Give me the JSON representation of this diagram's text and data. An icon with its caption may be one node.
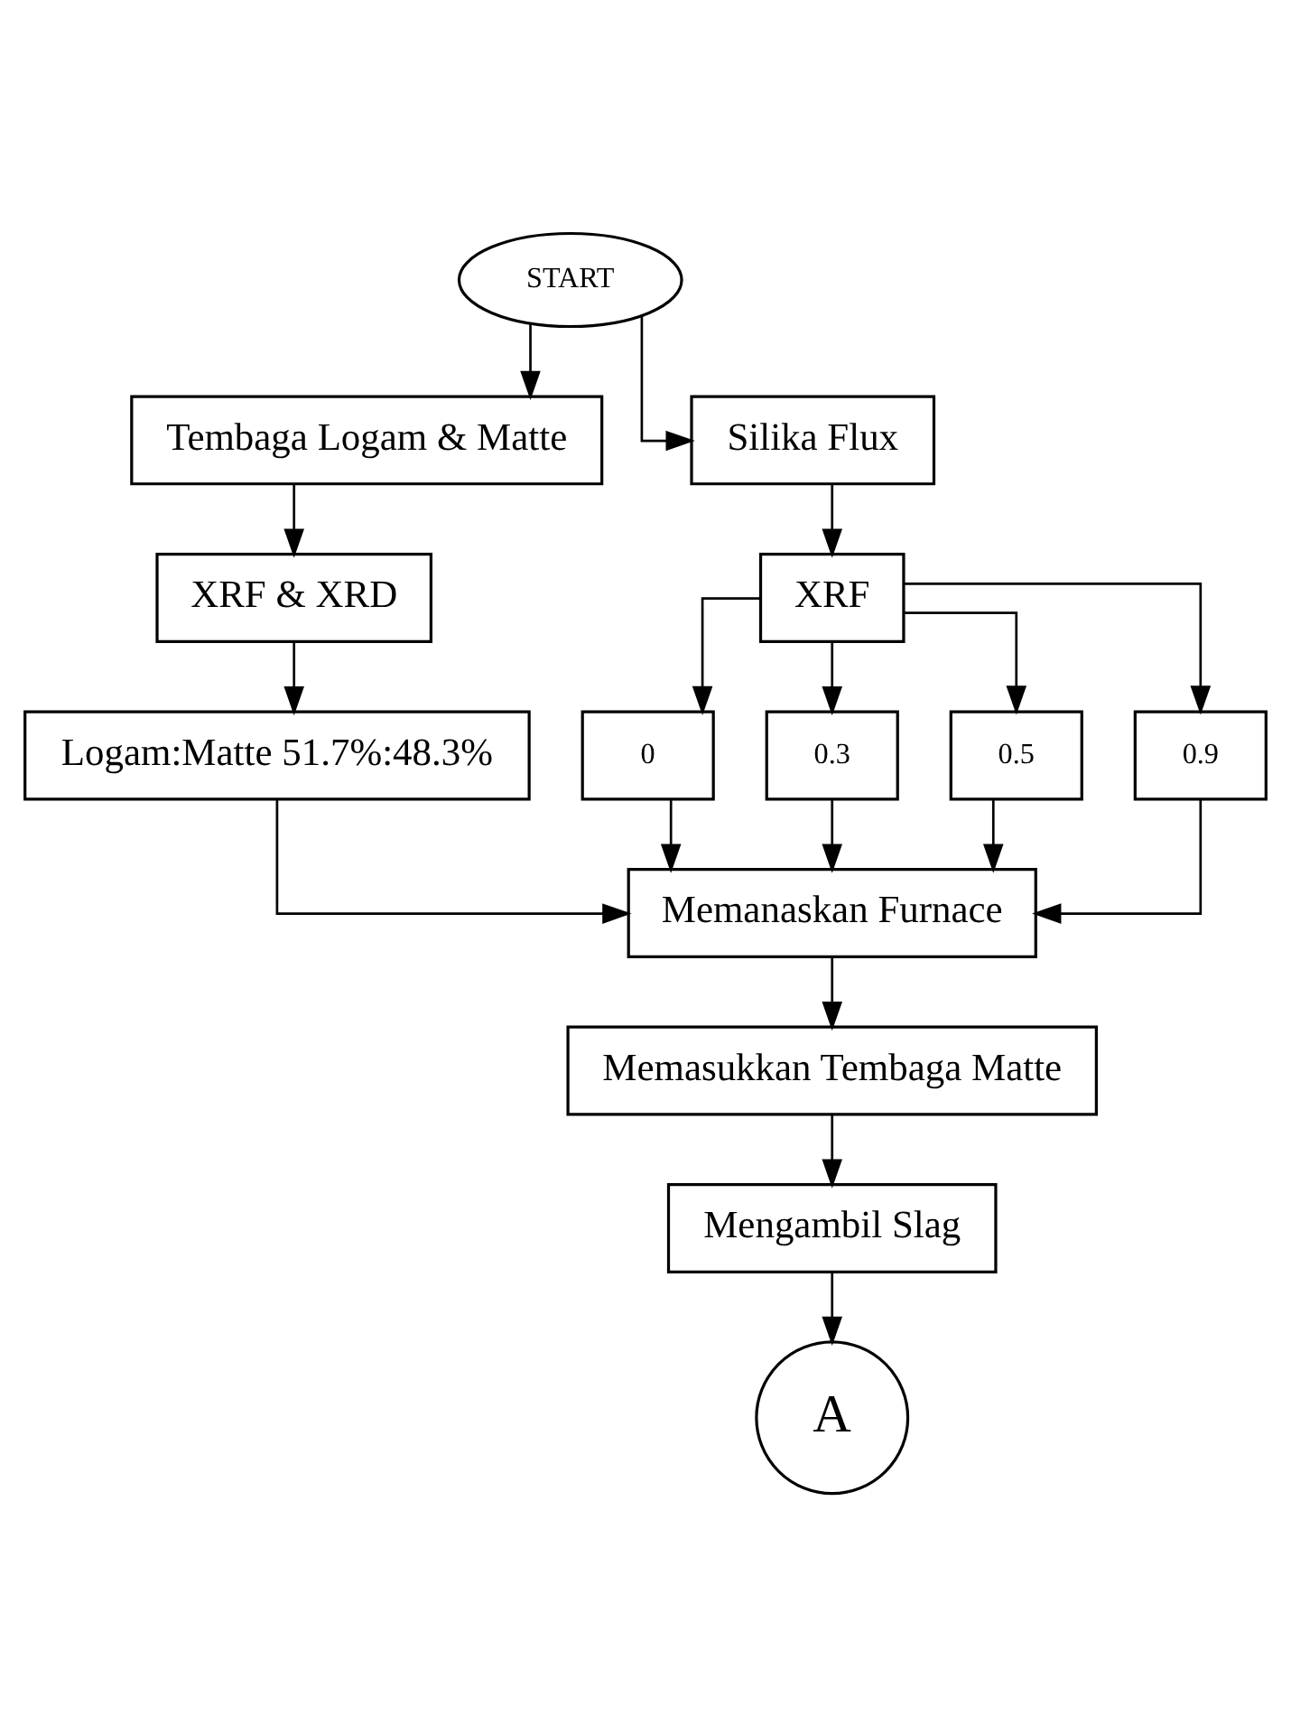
{
  "diagram": {
    "nodes": [
      {
        "text": [
          "START"
        ]
      },
      {
        "text": [
          "Tembaga Logam & Matte"
        ]
      },
      {
        "text": [
          "Silika Flux"
        ]
      },
      {
        "text": [
          "XRF & XRD"
        ]
      },
      {
        "text": [
          "XRF"
        ]
      },
      {
        "text": [
          "0"
        ]
      },
      {
        "text": [
          "0.3"
        ]
      },
      {
        "text": [
          "0.5"
        ]
      },
      {
        "text": [
          "0.9"
        ]
      },
      {
        "text": [
          "Logam:Matte 51.7%:48.3%"
        ]
      },
      {
        "text": [
          "Memanaskan Furnace"
        ]
      },
      {
        "text": [
          "Memasukkan Tembaga Matte"
        ]
      },
      {
        "text": [
          "Mengambil Slag"
        ]
      },
      {
        "text": [
          "A"
        ]
      }
    ],
    "edges": [
      {
        "from": 0,
        "to": 1,
        "arrow": "to"
      },
      {
        "from": 0,
        "to": 2,
        "arrow": "to"
      },
      {
        "from": 1,
        "to": 3,
        "arrow": "to"
      },
      {
        "from": 2,
        "to": 4,
        "arrow": "to"
      },
      {
        "from": 3,
        "to": 9,
        "arrow": "to"
      },
      {
        "from": 4,
        "to": 5,
        "arrow": "to"
      },
      {
        "from": 4,
        "to": 6,
        "arrow": "to"
      },
      {
        "from": 4,
        "to": 7,
        "arrow": "to"
      },
      {
        "from": 4,
        "to": 8,
        "arrow": "to"
      },
      {
        "from": 9,
        "to": 10,
        "arrow": "to"
      },
      {
        "from": 5,
        "to": 10,
        "arrow": "to"
      },
      {
        "from": 6,
        "to": 10,
        "arrow": "to"
      },
      {
        "from": 7,
        "to": 10,
        "arrow": "to"
      },
      {
        "from": 8,
        "to": 10,
        "arrow": "to"
      },
      {
        "from": 10,
        "to": 11,
        "arrow": "to"
      },
      {
        "from": 11,
        "to": 12,
        "arrow": "to"
      },
      {
        "from": 12,
        "to": 13,
        "arrow": "to"
      }
    ]
  }
}
